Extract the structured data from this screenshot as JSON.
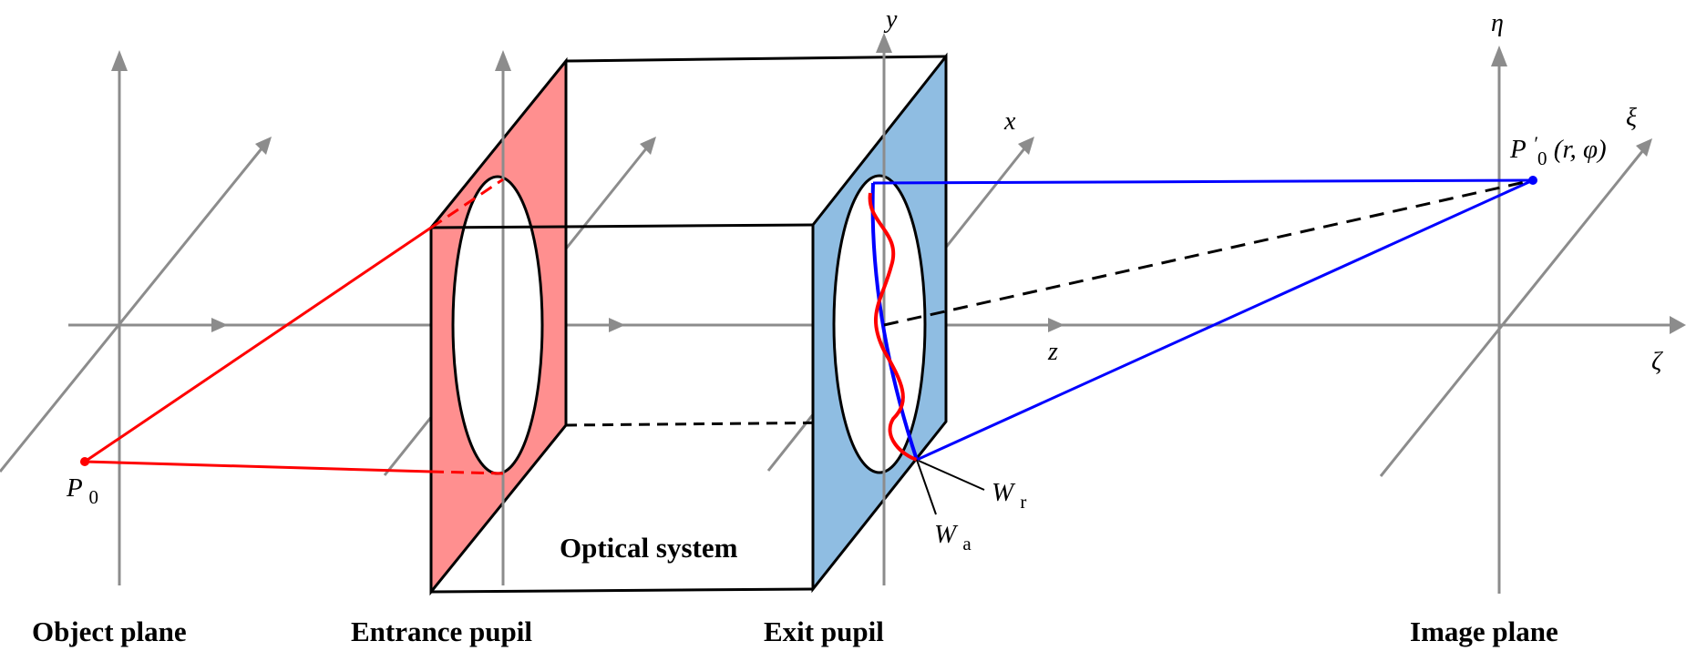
{
  "colors": {
    "axis": "#8c8c8c",
    "entrance_pupil_fill": "#ff8f8f",
    "exit_pupil_fill": "#8fbde2",
    "red_ray": "#ff0000",
    "blue_ray": "#0000ff",
    "outline": "#000000"
  },
  "labels": {
    "object_plane": "Object plane",
    "entrance_pupil": "Entrance pupil",
    "exit_pupil": "Exit pupil",
    "image_plane": "Image plane",
    "optical_system": "Optical system"
  },
  "axis_labels": {
    "y": "y",
    "x": "x",
    "z": "z",
    "eta": "η",
    "xi": "ξ",
    "zeta": "ζ"
  },
  "points": {
    "p0_main": "P",
    "p0_sub": "0",
    "p0prime_main": "P",
    "p0prime_sub": "0",
    "p0prime_prime": "′",
    "p0prime_args": "(r, φ)"
  },
  "wavefronts": {
    "wr_main": "W",
    "wr_sub": "r",
    "wa_main": "W",
    "wa_sub": "a"
  }
}
